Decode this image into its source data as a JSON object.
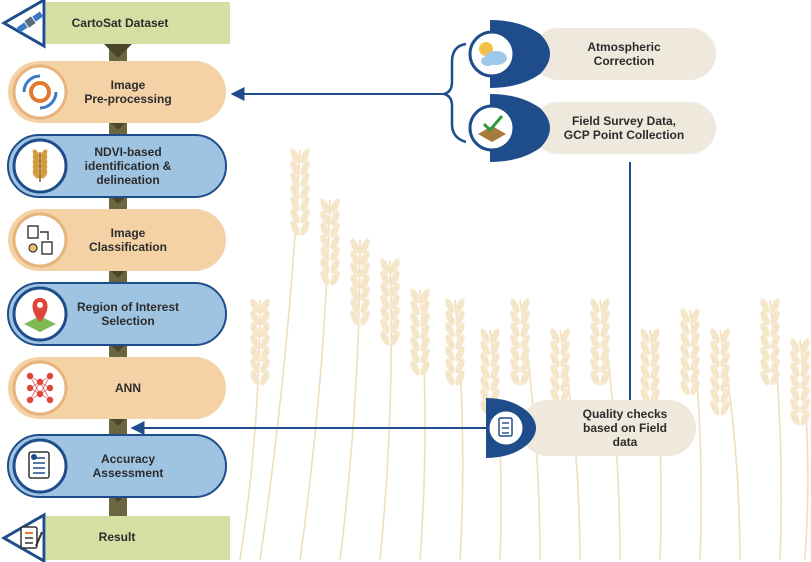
{
  "flow": {
    "start": {
      "label": "CartoSat Dataset",
      "icon": "satellite-icon"
    },
    "steps": [
      {
        "lines": [
          "Image",
          "Pre-processing"
        ],
        "icon": "gear-cycle-icon",
        "style": "peach"
      },
      {
        "lines": [
          "NDVI-based",
          "identification &",
          "delineation"
        ],
        "icon": "wheat-icon",
        "style": "blue"
      },
      {
        "lines": [
          "Image",
          "Classification"
        ],
        "icon": "classification-icon",
        "style": "peach"
      },
      {
        "lines": [
          "Region of Interest",
          "Selection"
        ],
        "icon": "map-pin-icon",
        "style": "blue"
      },
      {
        "lines": [
          "ANN"
        ],
        "icon": "neural-network-icon",
        "style": "peach"
      },
      {
        "lines": [
          "Accuracy",
          "Assessment"
        ],
        "icon": "report-icon",
        "style": "blue"
      }
    ],
    "end": {
      "label": "Result",
      "icon": "checklist-icon"
    }
  },
  "inputs": [
    {
      "lines": [
        "Atmospheric",
        "Correction"
      ],
      "icon": "weather-icon"
    },
    {
      "lines": [
        "Field Survey Data,",
        "GCP Point Collection"
      ],
      "icon": "field-survey-icon"
    }
  ],
  "quality": {
    "lines": [
      "Quality checks",
      "based on Field",
      "data"
    ],
    "icon": "checklist-icon"
  },
  "colors": {
    "peach": "#f4d2a6",
    "blue": "#9fc4e2",
    "navy": "#1f4d8c",
    "green_box": "#d4dfa4",
    "connector": "#6b6640",
    "pill": "#efe8dd"
  }
}
